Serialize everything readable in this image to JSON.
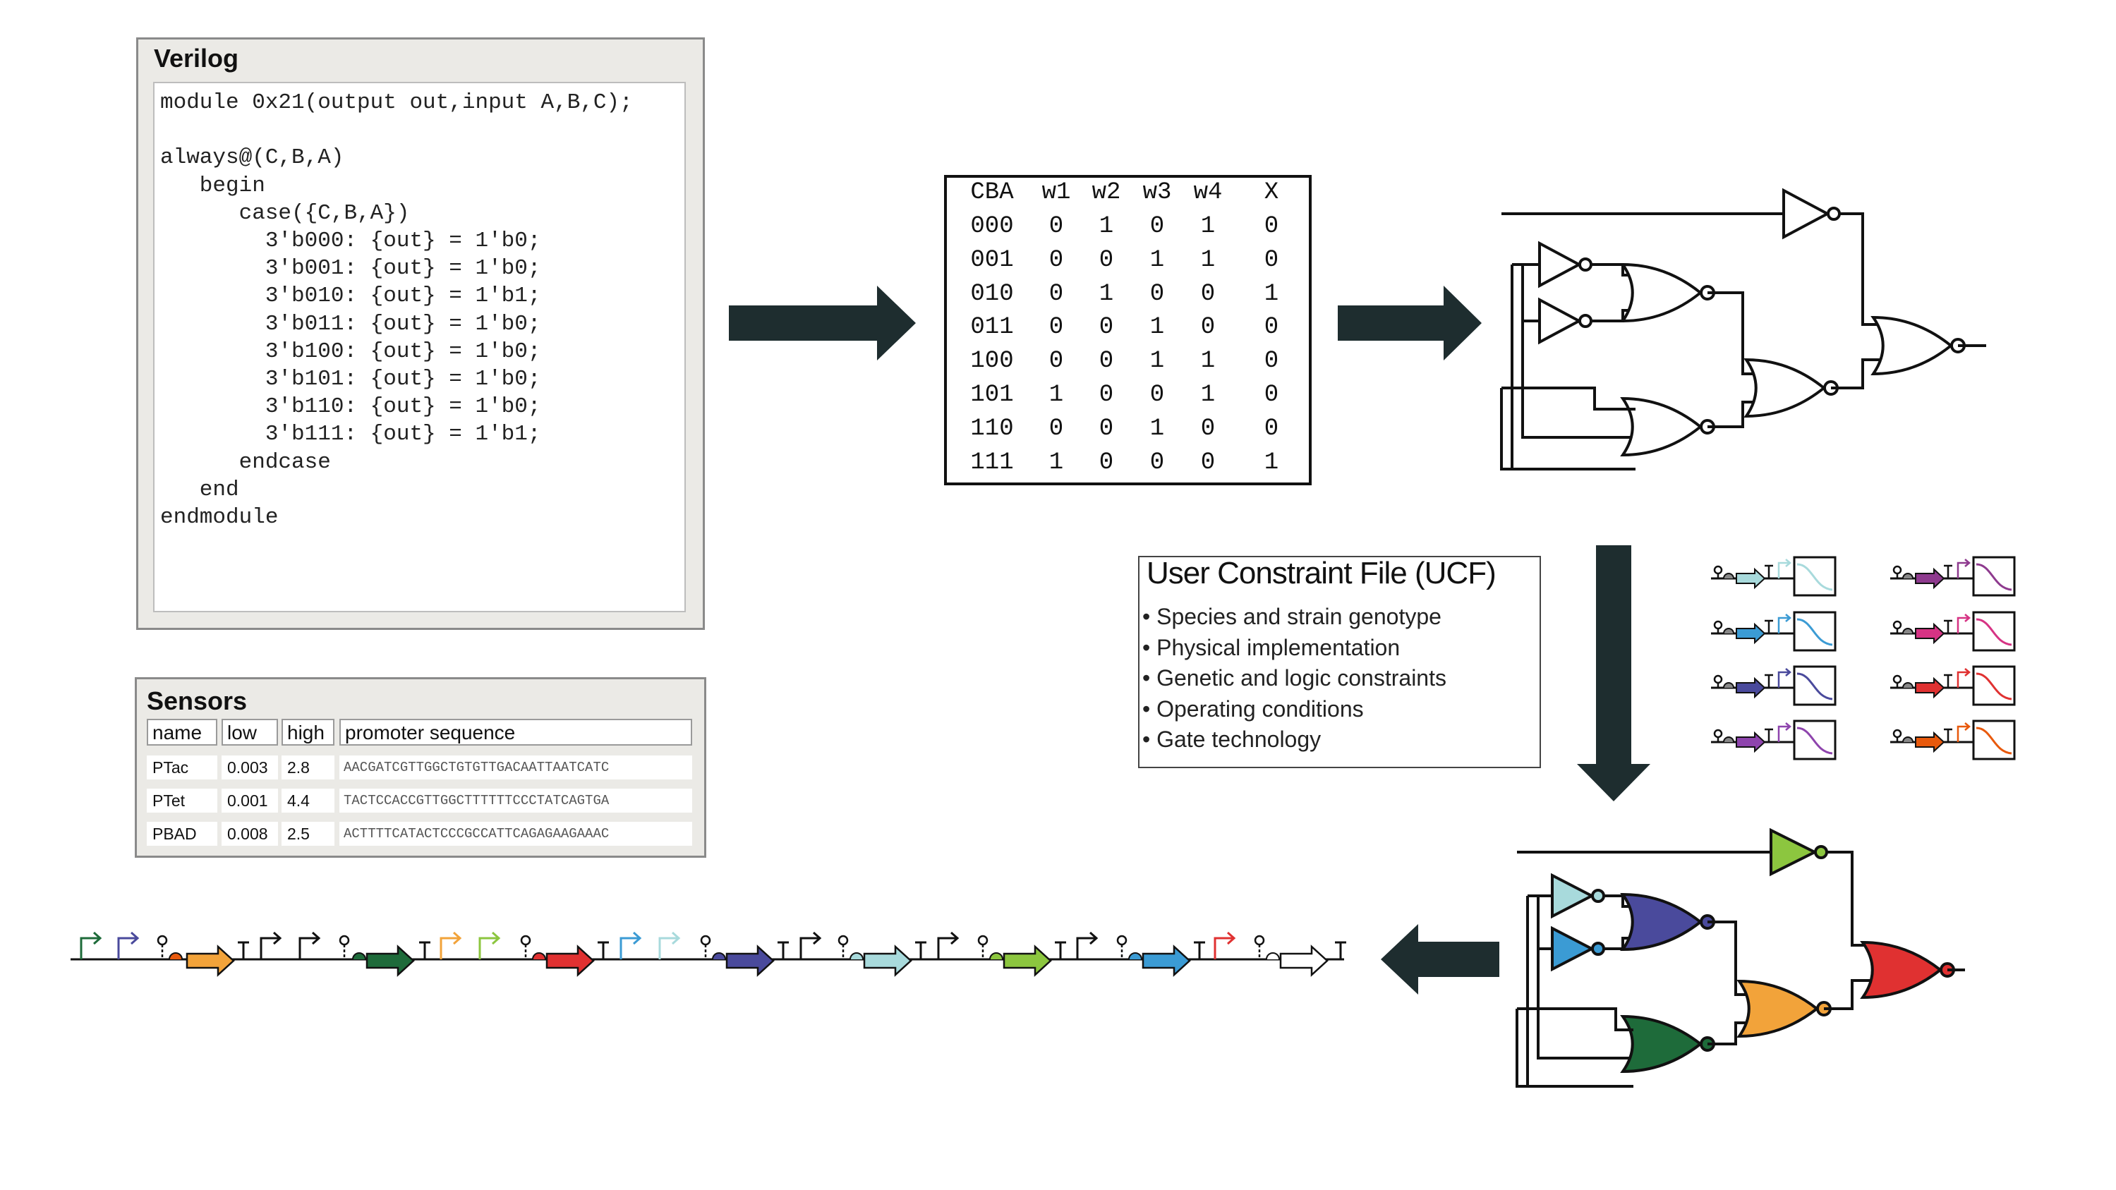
{
  "verilog": {
    "title": "Verilog",
    "lines": [
      "module 0x21(output out,input A,B,C);",
      "",
      "always@(C,B,A)",
      "   begin",
      "      case({C,B,A})",
      "        3'b000: {out} = 1'b0;",
      "        3'b001: {out} = 1'b0;",
      "        3'b010: {out} = 1'b1;",
      "        3'b011: {out} = 1'b0;",
      "        3'b100: {out} = 1'b0;",
      "        3'b101: {out} = 1'b0;",
      "        3'b110: {out} = 1'b0;",
      "        3'b111: {out} = 1'b1;",
      "      endcase",
      "   end",
      "endmodule"
    ]
  },
  "truth_table": {
    "headers": [
      "CBA",
      "w1",
      "w2",
      "w3",
      "w4",
      "X"
    ],
    "rows": [
      [
        "000",
        "0",
        "1",
        "0",
        "1",
        "0"
      ],
      [
        "001",
        "0",
        "0",
        "1",
        "1",
        "0"
      ],
      [
        "010",
        "0",
        "1",
        "0",
        "0",
        "1"
      ],
      [
        "011",
        "0",
        "0",
        "1",
        "0",
        "0"
      ],
      [
        "100",
        "0",
        "0",
        "1",
        "1",
        "0"
      ],
      [
        "101",
        "1",
        "0",
        "0",
        "1",
        "0"
      ],
      [
        "110",
        "0",
        "0",
        "1",
        "0",
        "0"
      ],
      [
        "111",
        "1",
        "0",
        "0",
        "0",
        "1"
      ]
    ]
  },
  "ucf": {
    "title": "User Constraint File (UCF)",
    "items": [
      "• Species and strain genotype",
      "• Physical implementation",
      "• Genetic and logic constraints",
      "• Operating conditions",
      "• Gate technology"
    ]
  },
  "sensors": {
    "title": "Sensors",
    "headers": [
      "name",
      "low",
      "high",
      "promoter sequence"
    ],
    "rows": [
      [
        "PTac",
        "0.003",
        "2.8",
        "AACGATCGTTGGCTGTGTTGACAATTAATCATC"
      ],
      [
        "PTet",
        "0.001",
        "4.4",
        "TACTCCACCGTTGGCTTTTTTCCCTATCAGTGA"
      ],
      [
        "PBAD",
        "0.008",
        "2.5",
        "ACTTTTCATACTCCCGCCATTCAGAGAAGAAAC"
      ]
    ]
  },
  "colors": {
    "arrow": "#1e2d2f",
    "not_top": "#8cc63f",
    "not_a": "#a8dadc",
    "not_b": "#3b9bd4",
    "nor_purple": "#4a4a9c",
    "nor_green": "#1e6b3a",
    "nor_orange": "#f2a33a",
    "nor_red": "#e03131"
  },
  "icons": [
    "flow-arrow-icon",
    "not-gate-icon",
    "nor-gate-icon",
    "promoter-icon",
    "terminator-icon",
    "ribozyme-icon",
    "rbs-icon",
    "cds-arrow-icon",
    "transfer-function-icon"
  ]
}
